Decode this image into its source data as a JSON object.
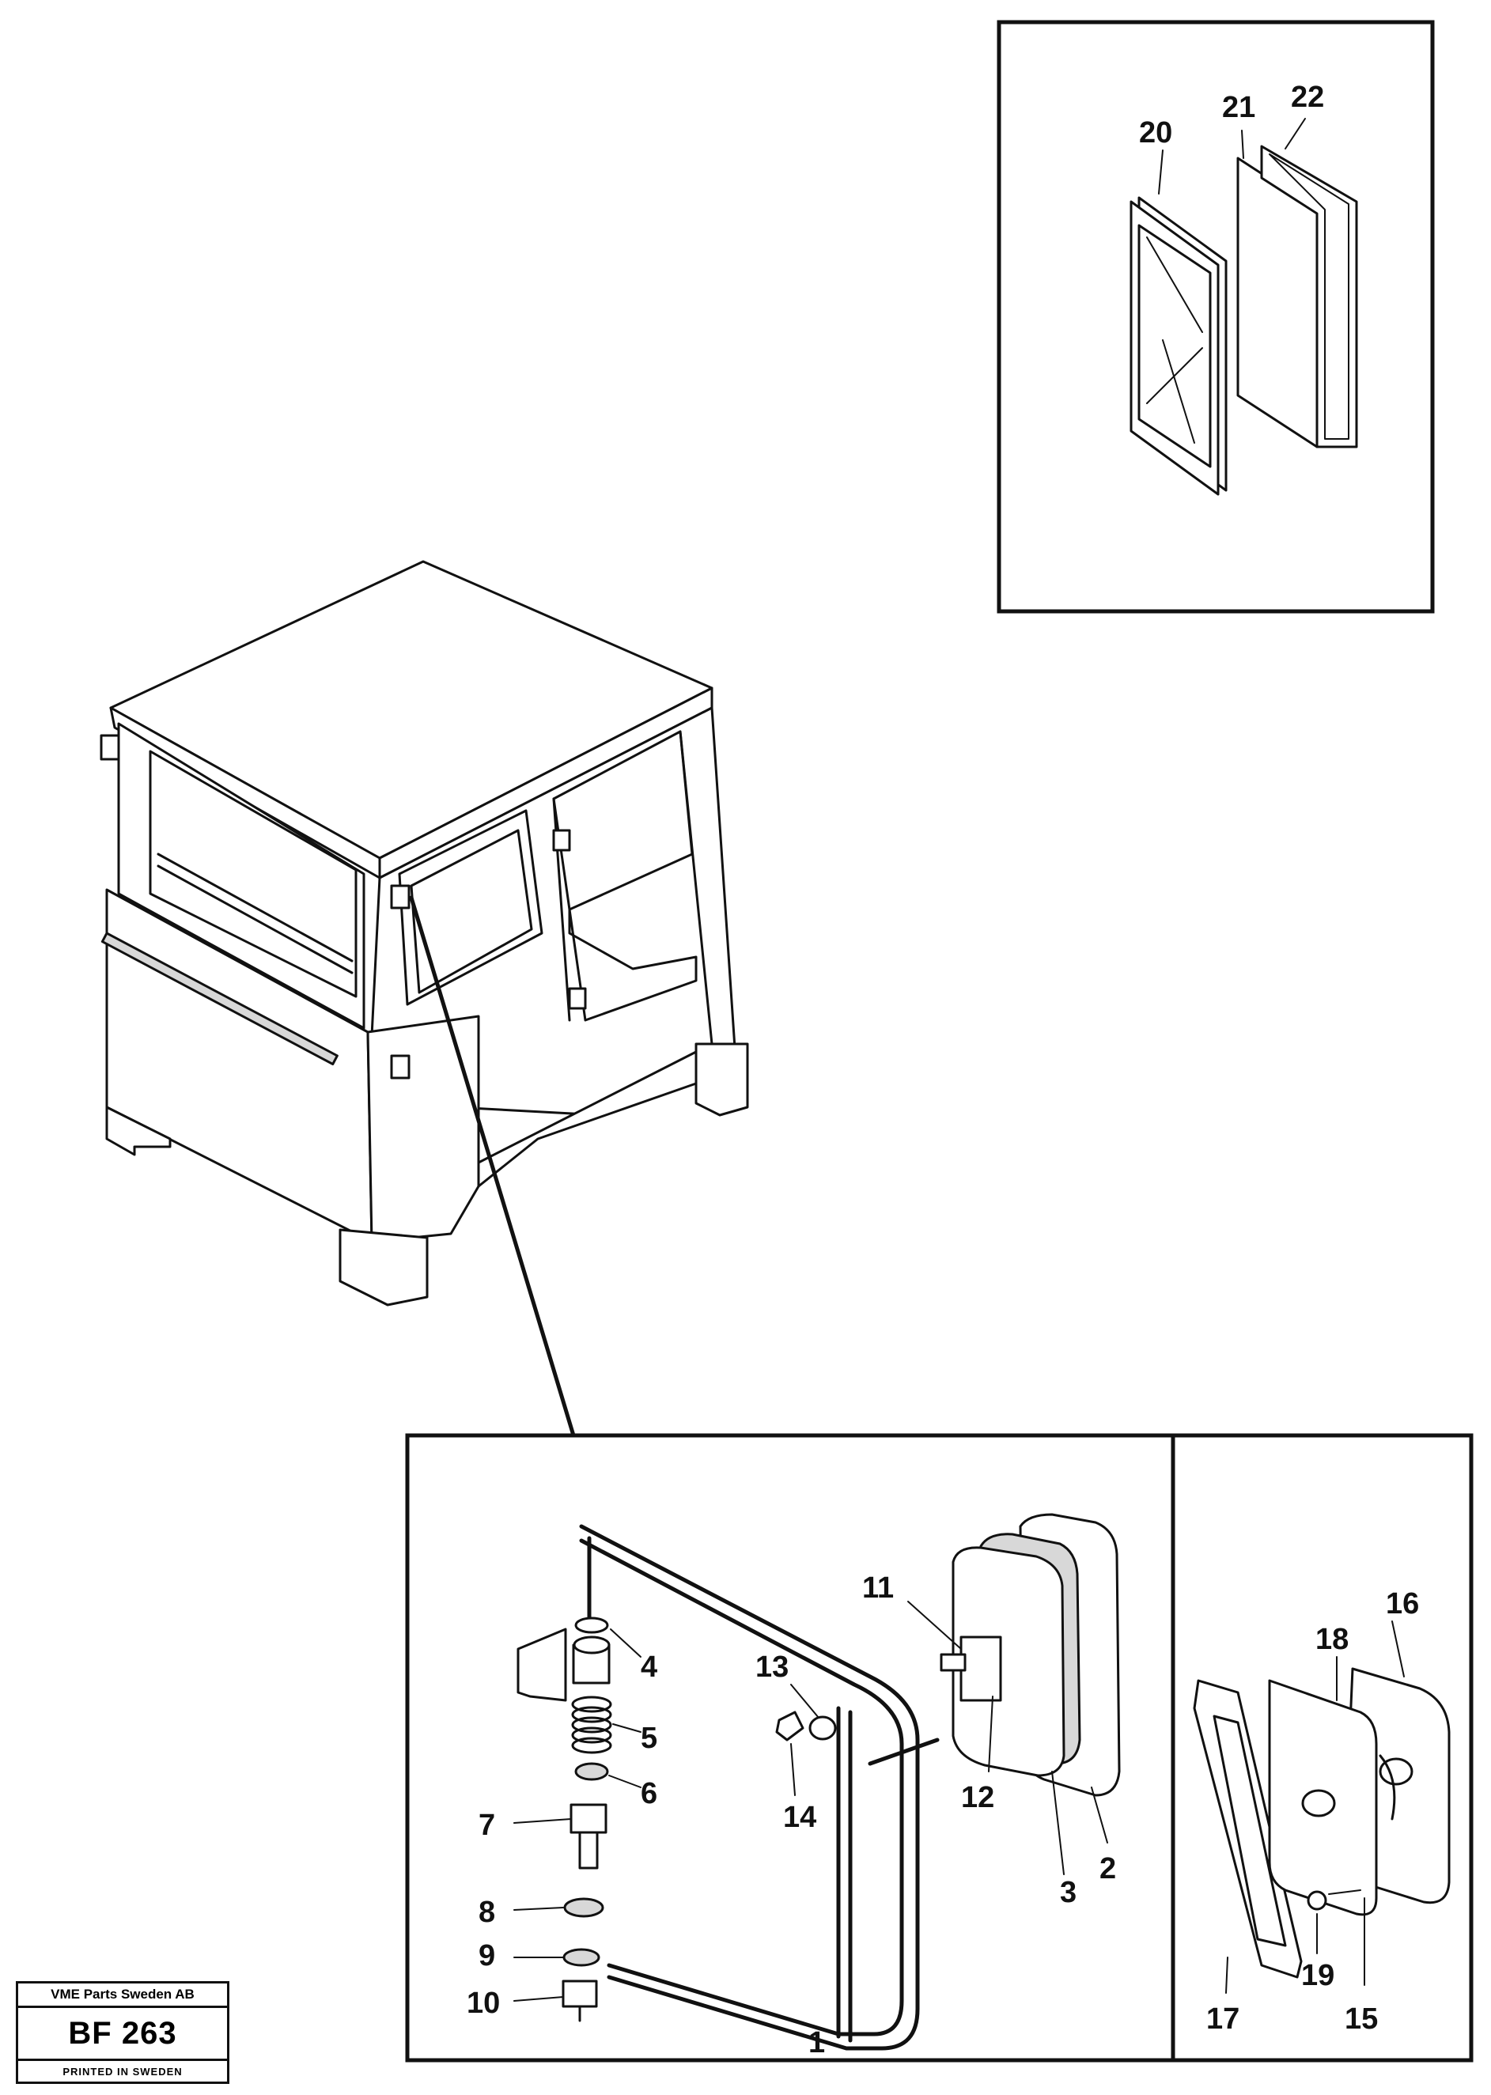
{
  "callouts": {
    "c1": "1",
    "c2": "2",
    "c3": "3",
    "c4": "4",
    "c5": "5",
    "c6": "6",
    "c7": "7",
    "c8": "8",
    "c9": "9",
    "c10": "10",
    "c11": "11",
    "c12": "12",
    "c13": "13",
    "c14": "14",
    "c15": "15",
    "c16": "16",
    "c17": "17",
    "c18": "18",
    "c19": "19",
    "c20": "20",
    "c21": "21",
    "c22": "22"
  },
  "stamp": {
    "company": "VME Parts Sweden AB",
    "code": "BF 263",
    "printed": "PRINTED IN SWEDEN"
  }
}
